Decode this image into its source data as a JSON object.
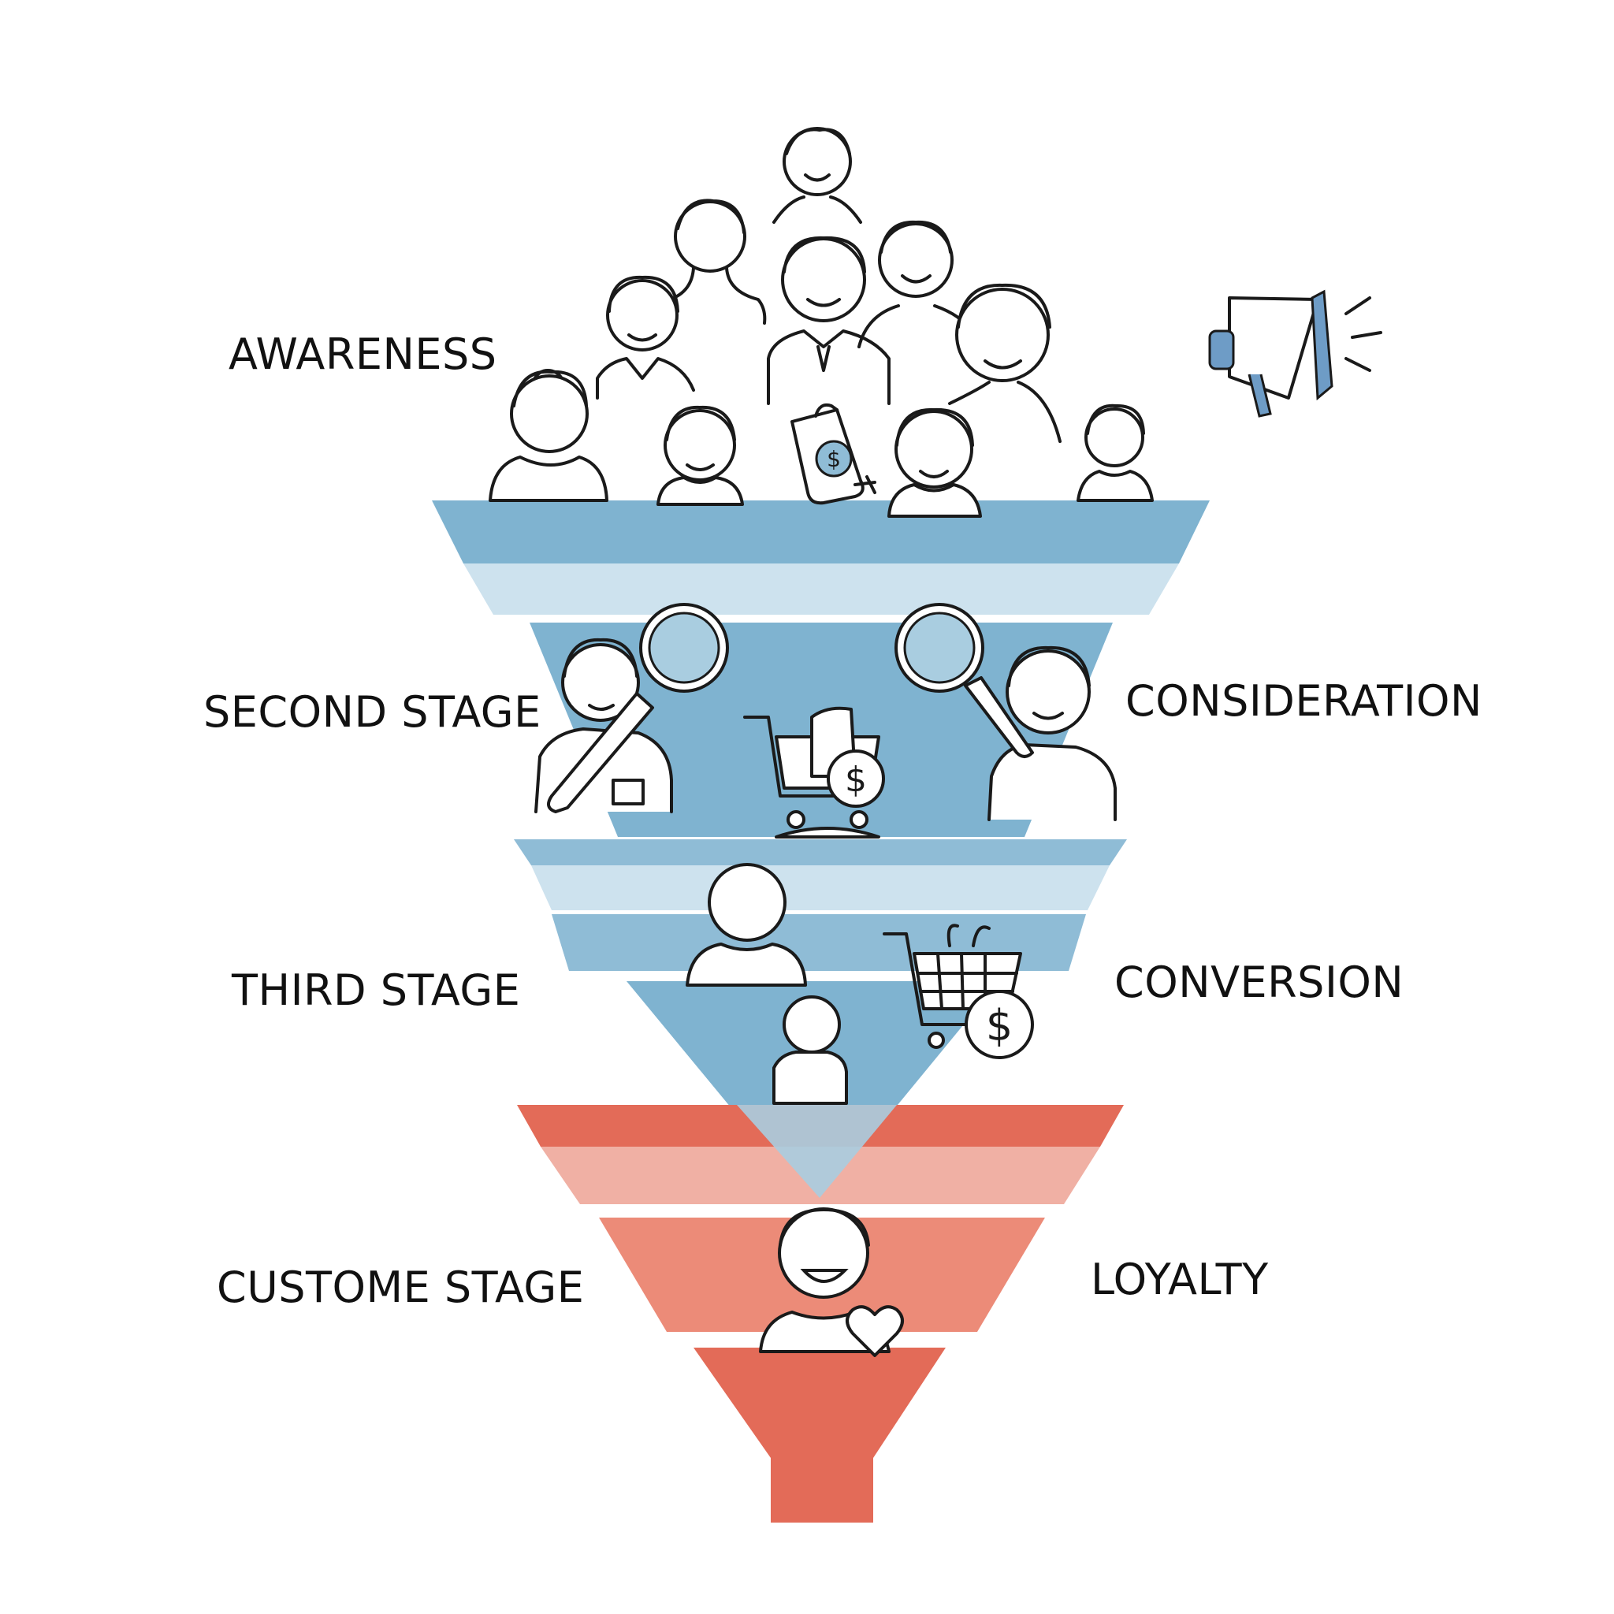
{
  "diagram": {
    "labels_left": [
      "AWARENESS",
      "SECOND STAGE",
      "THIRD STAGE",
      "CUSTOME STAGE"
    ],
    "labels_right": [
      "CONSIDERATION",
      "CONVERSION",
      "LOYALTY"
    ],
    "colors": {
      "blue_dark": "#7fb3d0",
      "blue_light": "#cde2ee",
      "red_dark": "#e36b58",
      "red_light": "#f0b0a4",
      "megaphone_blue": "#6e9cc6"
    },
    "icons": [
      "person-icon",
      "money-bag-icon",
      "megaphone-icon",
      "magnifier-icon",
      "shopping-cart-icon",
      "dollar-coin-icon",
      "heart-icon"
    ]
  }
}
